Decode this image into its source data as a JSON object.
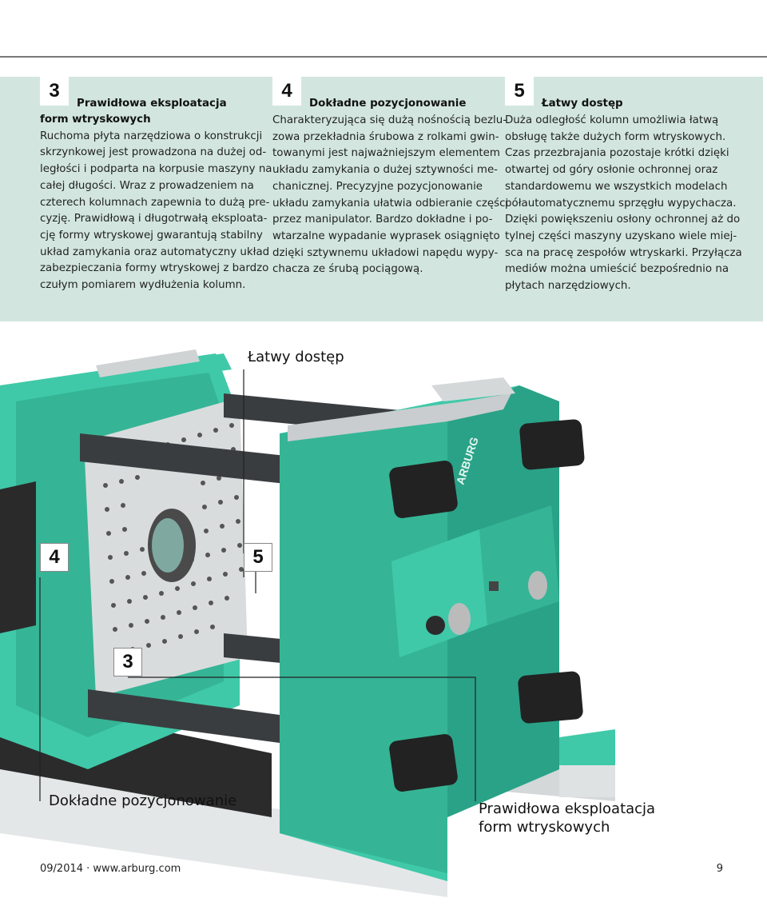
{
  "sections": [
    {
      "number": "3",
      "heading": "Prawidłowa eksploatacja",
      "heading_cont": "form wtryskowych",
      "lines": [
        "Ruchoma płyta narzędziowa o konstrukcji",
        "skrzynkowej jest prowadzona na dużej od-",
        "ległości i podparta na korpusie maszyny na",
        "całej długości. Wraz z prowadzeniem na",
        "czterech kolumnach zapewnia to dużą pre-",
        "cyzję. Prawidłową i długotrwałą eksploata-",
        "cję formy wtryskowej gwarantują stabilny",
        "układ zamykania oraz automatyczny układ",
        "zabezpieczania formy wtryskowej z bardzo",
        "czułym pomiarem wydłużenia kolumn."
      ]
    },
    {
      "number": "4",
      "heading": "Dokładne pozycjonowanie",
      "lines": [
        "Charakteryzująca się dużą nośnością bezlu-",
        "zowa przekładnia śrubowa z rolkami gwin-",
        "towanymi jest najważniejszym elementem",
        "układu zamykania o dużej sztywności me-",
        "chanicznej. Precyzyjne pozycjonowanie",
        "układu zamykania ułatwia odbieranie części",
        "przez manipulator. Bardzo dokładne i po-",
        "wtarzalne wypadanie wyprasek osiągnięto",
        "dzięki sztywnemu układowi napędu wypy-",
        "chacza ze śrubą pociągową."
      ]
    },
    {
      "number": "5",
      "heading": "Łatwy dostęp",
      "lines": [
        "Duża odległość kolumn umożliwia łatwą",
        "obsługę także dużych form wtryskowych.",
        "Czas przezbrajania pozostaje krótki dzięki",
        "otwartej od góry osłonie ochronnej oraz",
        "standardowemu we wszystkich modelach",
        "półautomatycznemu sprzęgłu wypychacza.",
        "Dzięki powiększeniu osłony ochronnej aż do",
        "tylnej części maszyny uzyskano wiele miej-",
        "sca na pracę zespołów wtryskarki. Przyłącza",
        "mediów można umieścić bezpośrednio na",
        "płytach narzędziowych."
      ]
    }
  ],
  "callouts": {
    "latwy_dostep": "Łatwy dostęp",
    "num4": "4",
    "num5": "5",
    "num3": "3",
    "dokladne": "Dokładne pozycjonowanie",
    "prawidlowa_1": "Prawidłowa eksploatacja",
    "prawidlowa_2": "form wtryskowych"
  },
  "footer": {
    "left": "09/2014 · www.arburg.com",
    "page": "9"
  },
  "colors": {
    "band": "#d2e6df",
    "machine_green": "#3fc9a8",
    "machine_dark_green": "#2aa287",
    "steel": "#cfd3d4",
    "rod": "#3a3d40"
  },
  "machine_badge": "ARBURG"
}
